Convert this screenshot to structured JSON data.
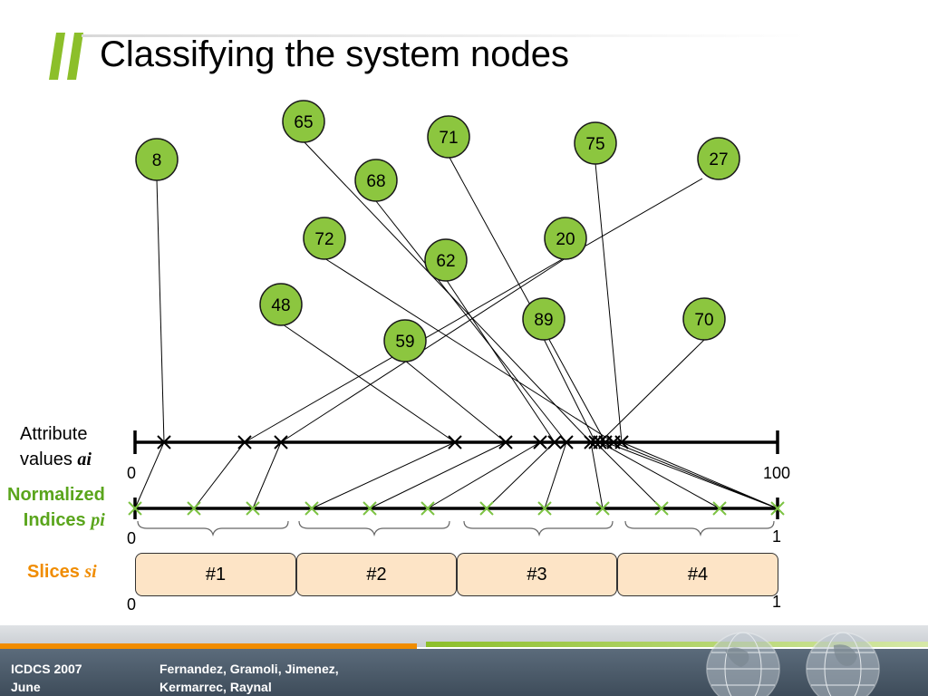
{
  "title": "Classifying the system nodes",
  "labels": {
    "attribute_values": "Attribute",
    "attribute_values_2": "values",
    "attribute_sym": "ai",
    "normalized": "Normalized",
    "indices": "Indices",
    "indices_sym": "pi",
    "slices": "Slices",
    "slices_sym": "si"
  },
  "axis_ticks": {
    "attr_min": "0",
    "attr_max": "100",
    "norm_min": "0",
    "norm_max": "1",
    "slice_min": "0",
    "slice_max": "1"
  },
  "nodes": [
    "65",
    "71",
    "75",
    "8",
    "27",
    "68",
    "72",
    "20",
    "62",
    "48",
    "89",
    "70",
    "59"
  ],
  "slices": [
    "#1",
    "#2",
    "#3",
    "#4"
  ],
  "footer": {
    "conference_line1": "ICDCS 2007",
    "conference_line2": "June",
    "authors_line1": "Fernandez, Gramoli, Jimenez,",
    "authors_line2": "Kermarrec, Raynal"
  },
  "colors": {
    "node_fill": "#8cc63f",
    "normalized_label": "#5aa51c",
    "slices_label": "#f08c00",
    "slice_fill": "#fde4c6",
    "cross_green": "#7cc242"
  }
}
